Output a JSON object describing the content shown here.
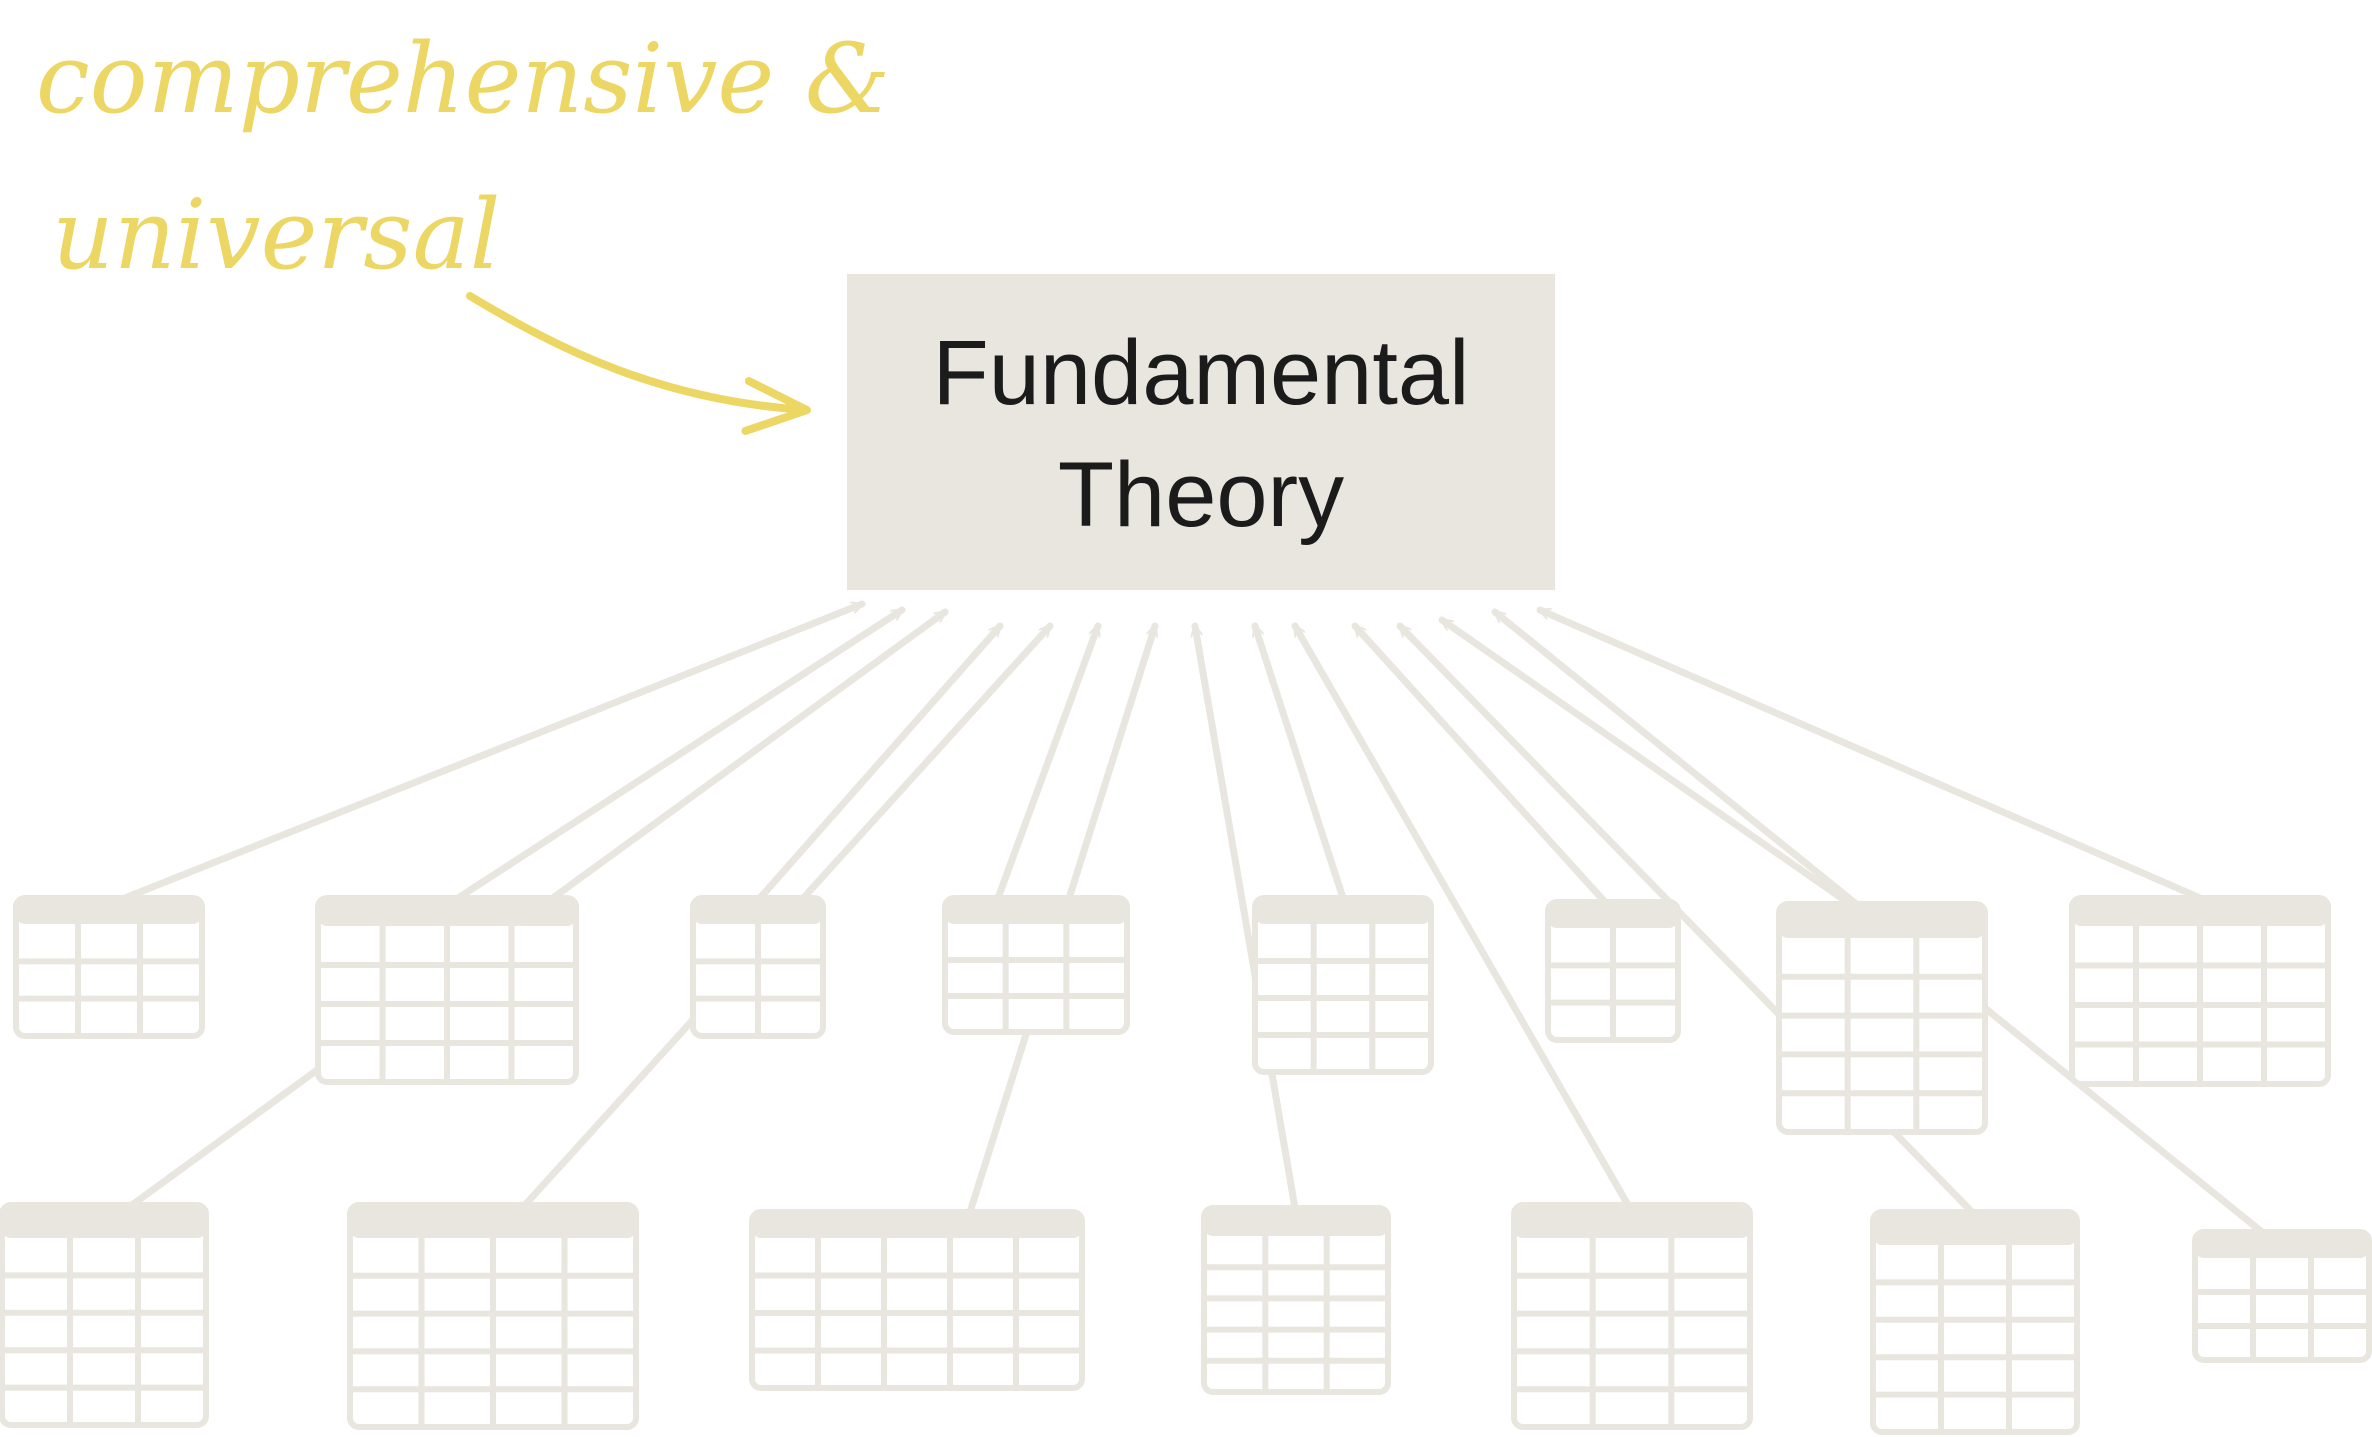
{
  "annotation": {
    "line1": "comprehensive &",
    "line2": "universal",
    "color": "#ecd664"
  },
  "theory": {
    "line1": "Fundamental",
    "line2": "Theory",
    "box_fill": "#e8e6df",
    "text_color": "#1b1b1b"
  },
  "data_sources": {
    "count": 15,
    "color": "#e8e6df",
    "icon": "table-icon"
  }
}
